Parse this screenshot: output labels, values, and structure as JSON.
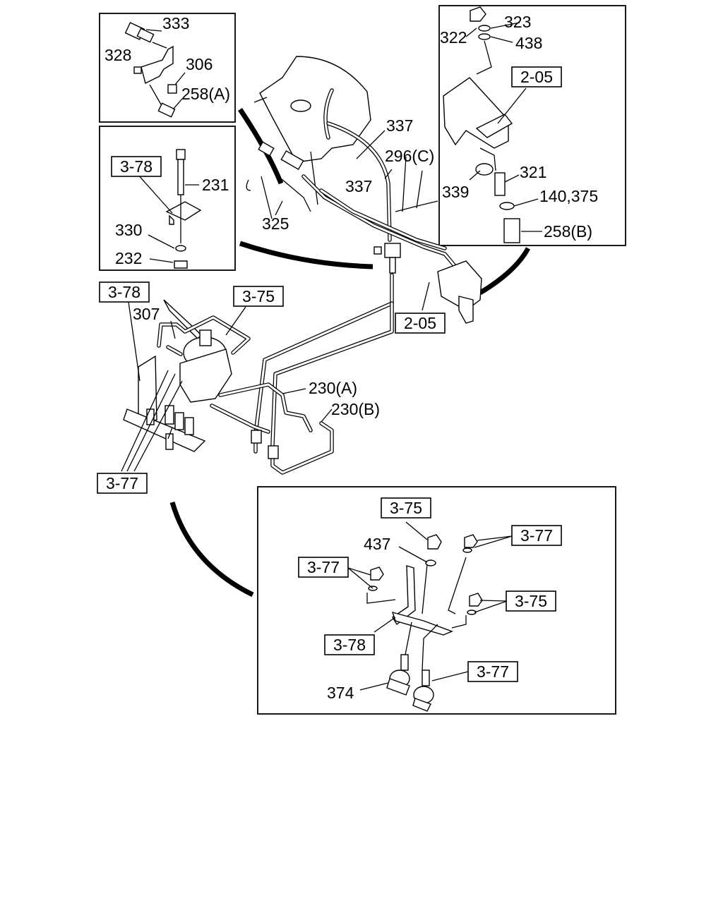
{
  "diagram": {
    "part_labels": {
      "p333": "333",
      "p328": "328",
      "p306": "306",
      "p258a": "258(A)",
      "p231": "231",
      "p330": "330",
      "p232": "232",
      "p322": "322",
      "p323": "323",
      "p438": "438",
      "p321": "321",
      "p339": "339",
      "p140_375": "140,375",
      "p258b": "258(B)",
      "p337a": "337",
      "p337b": "337",
      "p296c": "296(C)",
      "p325": "325",
      "p307": "307",
      "p230a": "230(A)",
      "p230b": "230(B)",
      "p437": "437",
      "p374": "374"
    },
    "ref_boxes": {
      "r378_inset": "3-78",
      "r205_inset": "2-05",
      "r378_main": "3-78",
      "r375_main": "3-75",
      "r205_main": "2-05",
      "r377_main": "3-77",
      "r375_bottom_a": "3-75",
      "r377_bottom_a": "3-77",
      "r377_bottom_b": "3-77",
      "r375_bottom_b": "3-75",
      "r378_bottom": "3-78",
      "r377_bottom_c": "3-77"
    }
  }
}
